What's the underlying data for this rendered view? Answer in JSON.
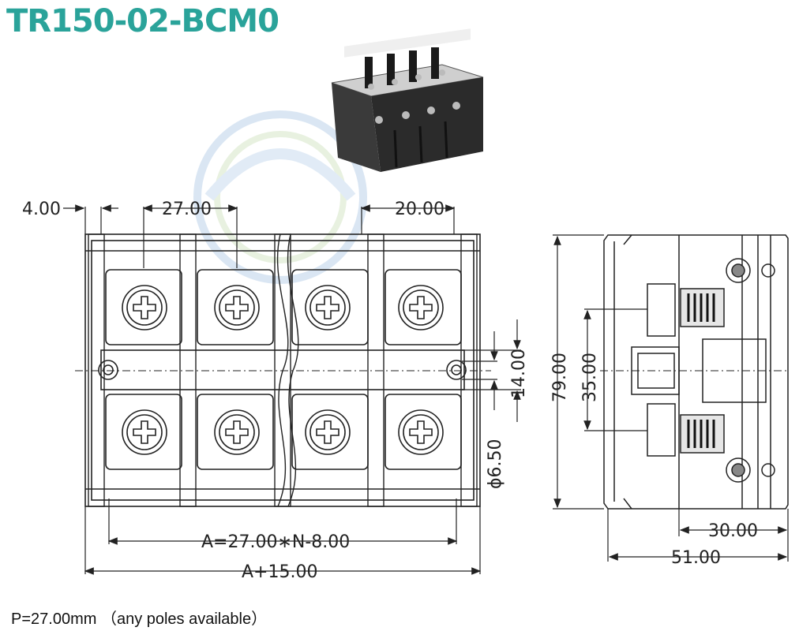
{
  "title": "TR150-02-BCM0",
  "footer": "P=27.00mm （any poles available）",
  "dimensions": {
    "d_4": "4.00",
    "d_27": "27.00",
    "d_20": "20.00",
    "d_14": "14.00",
    "d_6_5": "ϕ6.50",
    "d_79": "79.00",
    "d_35": "35.00",
    "d_30": "30.00",
    "d_51": "51.00",
    "formula_a": "A=27.00∗N-8.00",
    "formula_total": "A+15.00"
  },
  "colors": {
    "title": "#2aa39a",
    "line": "#222222",
    "watermark": "#bcd3ea",
    "photo": "#2b2b2b"
  }
}
